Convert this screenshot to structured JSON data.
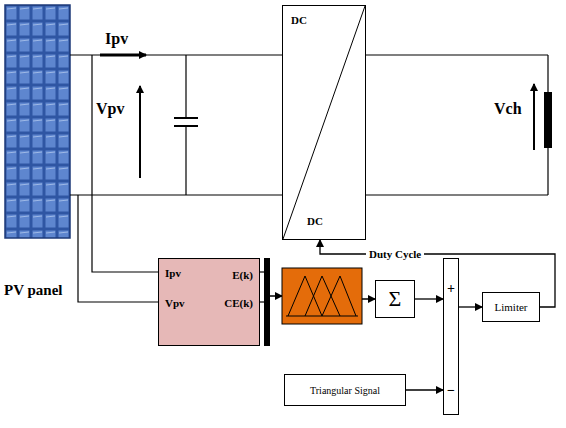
{
  "diagram": {
    "nodes": [
      {
        "text": [
          "DC",
          "DC"
        ]
      },
      {
        "text": [
          "Ipv",
          "E(k)",
          "Vpv",
          "CE(k)"
        ]
      },
      {
        "text": [
          "Σ"
        ]
      },
      {
        "text": [
          "+",
          "−"
        ]
      },
      {
        "text": [
          "Limiter"
        ]
      },
      {
        "text": [
          "Triangular Signal"
        ]
      }
    ],
    "edges": [
      {
        "from": 2,
        "to": 3,
        "arrow": "to"
      },
      {
        "from": 5,
        "to": 3,
        "arrow": "to"
      },
      {
        "from": 3,
        "to": 4,
        "arrow": "to"
      },
      {
        "from": 4,
        "to": 0,
        "label": "Duty Cycle",
        "arrow": "to"
      }
    ],
    "labels": [
      "Ipv",
      "Vpv",
      "Vch",
      "PV panel"
    ]
  }
}
